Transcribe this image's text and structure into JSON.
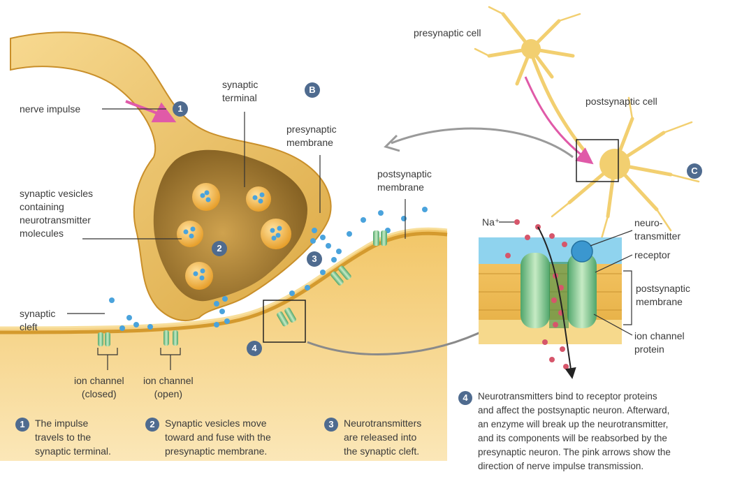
{
  "labels": {
    "nerve_impulse": "nerve impulse",
    "synaptic_terminal": "synaptic\nterminal",
    "presynaptic_membrane": "presynaptic\nmembrane",
    "postsynaptic_membrane": "postsynaptic\nmembrane",
    "synaptic_vesicles": "synaptic vesicles\ncontaining\nneurotransmitter\nmolecules",
    "synaptic_cleft": "synaptic\ncleft",
    "ion_channel_closed": "ion channel\n(closed)",
    "ion_channel_open": "ion channel\n(open)",
    "presynaptic_cell": "presynaptic cell",
    "postsynaptic_cell": "postsynaptic cell",
    "na": "Na⁺",
    "neurotransmitter": "neuro-\ntransmitter",
    "receptor": "receptor",
    "postsynaptic_membrane_inset": "postsynaptic\nmembrane",
    "ion_channel_protein": "ion channel\nprotein"
  },
  "badges": {
    "b1": "1",
    "b2": "2",
    "b3": "3",
    "b4": "4",
    "B": "B",
    "C": "C",
    "c1": "1",
    "c2": "2",
    "c3": "3",
    "c4": "4"
  },
  "captions": {
    "step1": "The impulse\ntravels to the\nsynaptic terminal.",
    "step2": "Synaptic vesicles move\ntoward and fuse with the\npresynaptic membrane.",
    "step3": "Neurotransmitters\nare released into\nthe synaptic cleft.",
    "step4": "Neurotransmitters bind to receptor proteins\nand affect the postsynaptic neuron. Afterward,\nan enzyme will break up the neurotransmitter,\nand its components will be reabsorbed by the\npresynaptic neuron. The pink arrows show the\ndirection of nerve impulse transmission."
  },
  "colors": {
    "membrane": "#e7b54a",
    "membrane_light": "#f6d98c",
    "interior": "#a67b2e",
    "vesicle": "#f3b23c",
    "neurotransmitter": "#4aa3dc",
    "channel": "#7fc27a",
    "impulse_arrow": "#e05aa8",
    "badge": "#4f6b8f",
    "extracellular": "#8fd3ee"
  }
}
